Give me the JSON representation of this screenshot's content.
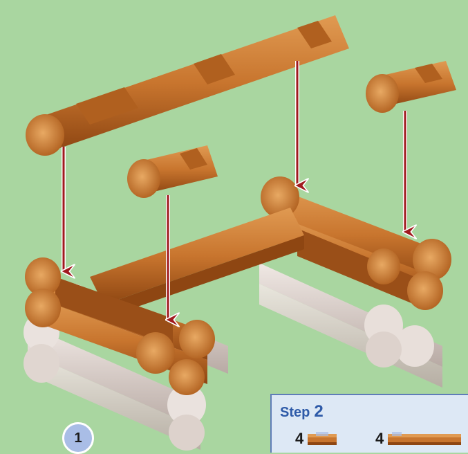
{
  "step": {
    "label": "Step",
    "number": "2"
  },
  "callout": {
    "number": "1"
  },
  "parts": [
    {
      "quantity": "4",
      "icon": "short-notched-log-icon"
    },
    {
      "quantity": "4",
      "icon": "long-log-icon"
    }
  ],
  "colors": {
    "background": "#a9d6a0",
    "log_wood": "#c8752e",
    "log_wood_dark": "#9a4f18",
    "log_shadow_gray": "#d8cdc8",
    "arrow": "#a01a1e",
    "step_box_bg": "#dde8f5",
    "step_text": "#2e5aa8",
    "badge_bg": "#a9bde6"
  }
}
